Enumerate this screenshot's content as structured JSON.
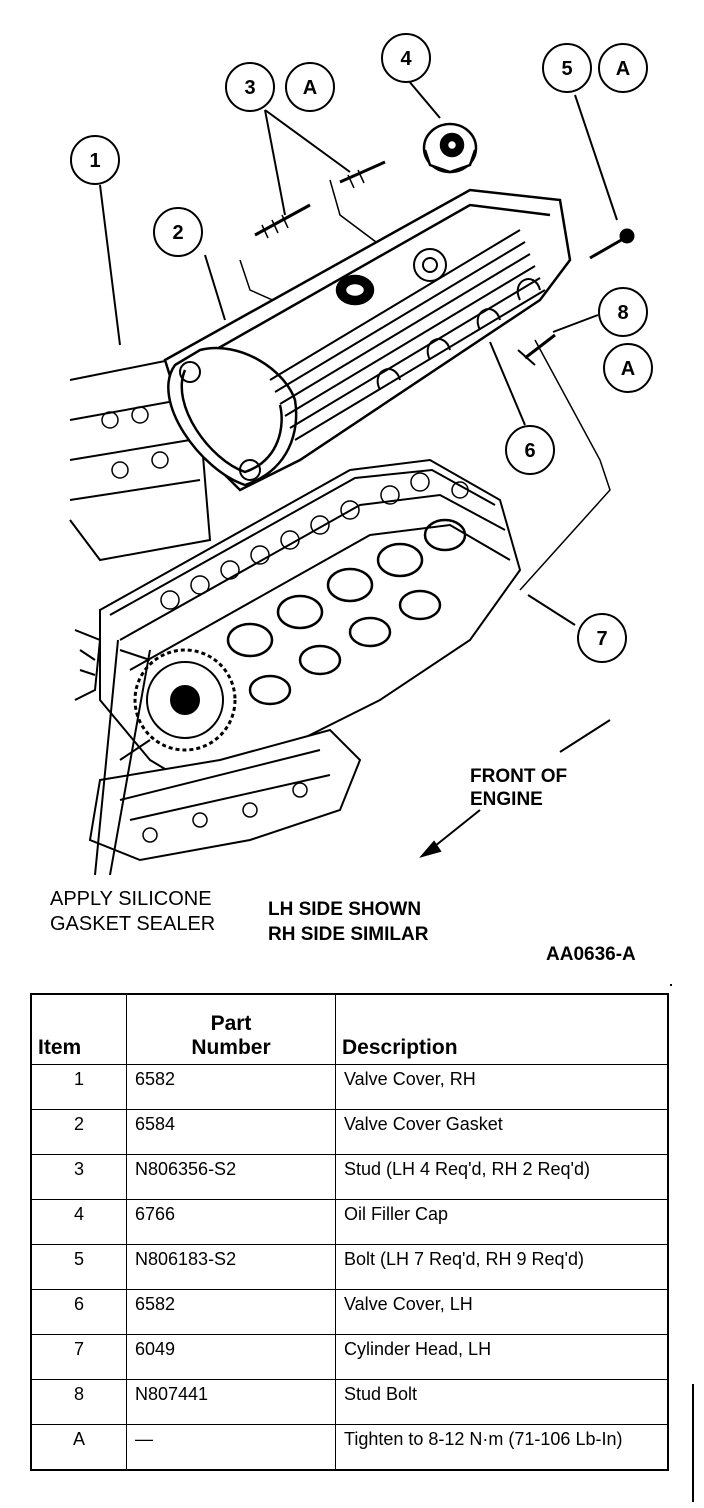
{
  "diagram": {
    "callouts": [
      {
        "id": "c1",
        "label": "1"
      },
      {
        "id": "c2",
        "label": "2"
      },
      {
        "id": "c3",
        "label": "3"
      },
      {
        "id": "c3a",
        "label": "A"
      },
      {
        "id": "c4",
        "label": "4"
      },
      {
        "id": "c5",
        "label": "5"
      },
      {
        "id": "c5a",
        "label": "A"
      },
      {
        "id": "c8",
        "label": "8"
      },
      {
        "id": "c8a",
        "label": "A"
      },
      {
        "id": "c6",
        "label": "6"
      },
      {
        "id": "c7",
        "label": "7"
      }
    ],
    "front_of_engine": [
      "FRONT OF",
      "ENGINE"
    ],
    "apply_sealer": [
      "APPLY SILICONE",
      "GASKET SEALER"
    ],
    "side_note": [
      "LH SIDE SHOWN",
      "RH SIDE SIMILAR"
    ],
    "figure_id": "AA0636-A"
  },
  "table": {
    "headers": {
      "item": "Item",
      "part_line1": "Part",
      "part_line2": "Number",
      "description": "Description"
    },
    "rows": [
      {
        "item": "1",
        "part": "6582",
        "description": "Valve Cover, RH"
      },
      {
        "item": "2",
        "part": "6584",
        "description": "Valve Cover Gasket"
      },
      {
        "item": "3",
        "part": "N806356-S2",
        "description": "Stud (LH 4 Req'd, RH 2 Req'd)"
      },
      {
        "item": "4",
        "part": "6766",
        "description": "Oil Filler Cap"
      },
      {
        "item": "5",
        "part": "N806183-S2",
        "description": "Bolt (LH 7 Req'd, RH 9 Req'd)"
      },
      {
        "item": "6",
        "part": "6582",
        "description": "Valve Cover, LH"
      },
      {
        "item": "7",
        "part": "6049",
        "description": "Cylinder Head, LH"
      },
      {
        "item": "8",
        "part": "N807441",
        "description": "Stud Bolt"
      },
      {
        "item": "A",
        "part": "—",
        "description": "Tighten to 8-12 N·m (71-106 Lb-In)"
      }
    ]
  }
}
